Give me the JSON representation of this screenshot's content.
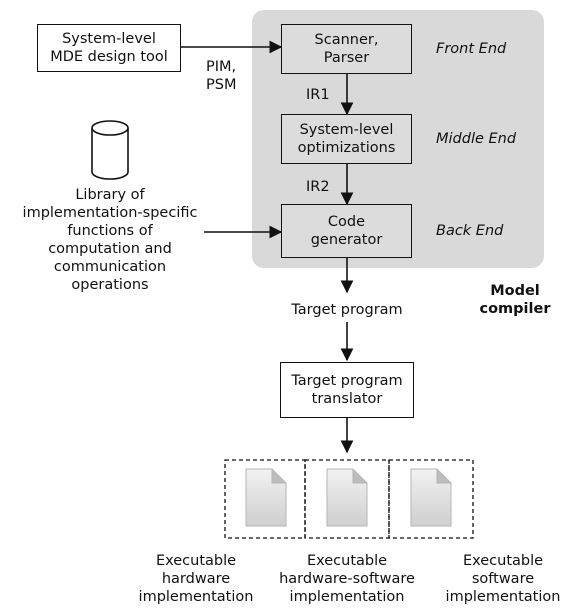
{
  "design_tool": "System-level\nMDE design tool",
  "edge_pim_psm": "PIM,\nPSM",
  "scanner": "Scanner,\nParser",
  "front_end": "Front End",
  "edge_ir1": "IR1",
  "optimizations": "System-level\noptimizations",
  "middle_end": "Middle End",
  "edge_ir2": "IR2",
  "codegen": "Code\ngenerator",
  "back_end": "Back End",
  "library": "Library of\nimplementation-specific\nfunctions of\ncomputation and\ncommunication\noperations",
  "model_compiler": "Model\ncompiler",
  "target_program": "Target program",
  "translator": "Target program\ntranslator",
  "outputs": [
    "Executable\nhardware\nimplementation",
    "Executable\nhardware-software\nimplementation",
    "Executable\nsoftware\nimplementation"
  ],
  "icons": {
    "database": "database-cylinder-icon",
    "file": "document-file-icon"
  },
  "colors": {
    "compiler_panel": "#d9d9d9",
    "box_border": "#111111",
    "file_icon": "#d8d8d8"
  }
}
